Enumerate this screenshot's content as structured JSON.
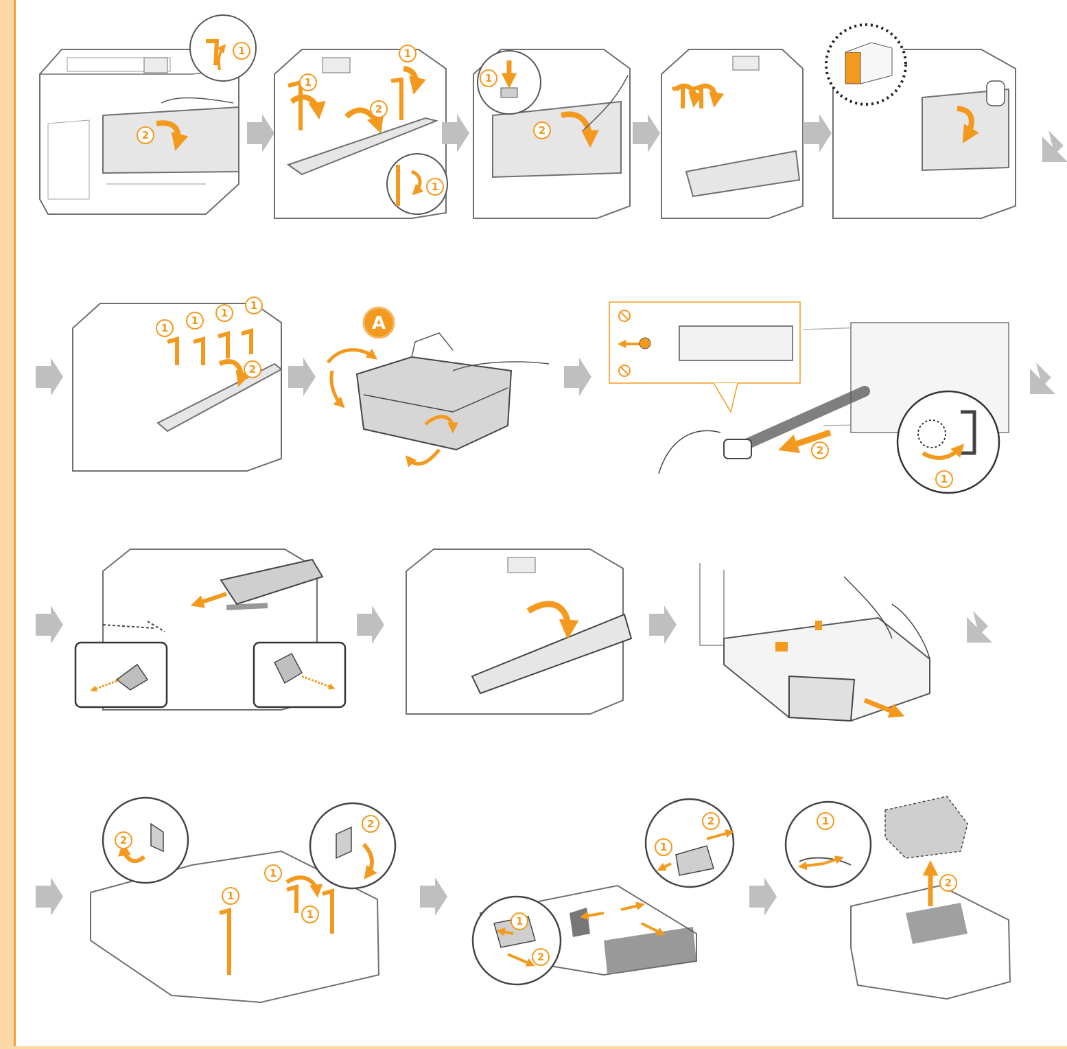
{
  "colors": {
    "accent": "#f39a1e",
    "side_stripe": "#fbd8a6",
    "side_stripe_border": "#f3a13c",
    "flow_arrow": "#bfbfbf",
    "line_art": "#6f6f6f"
  },
  "step_labels": {
    "one": "1",
    "two": "2"
  },
  "badge": {
    "label": "A"
  }
}
